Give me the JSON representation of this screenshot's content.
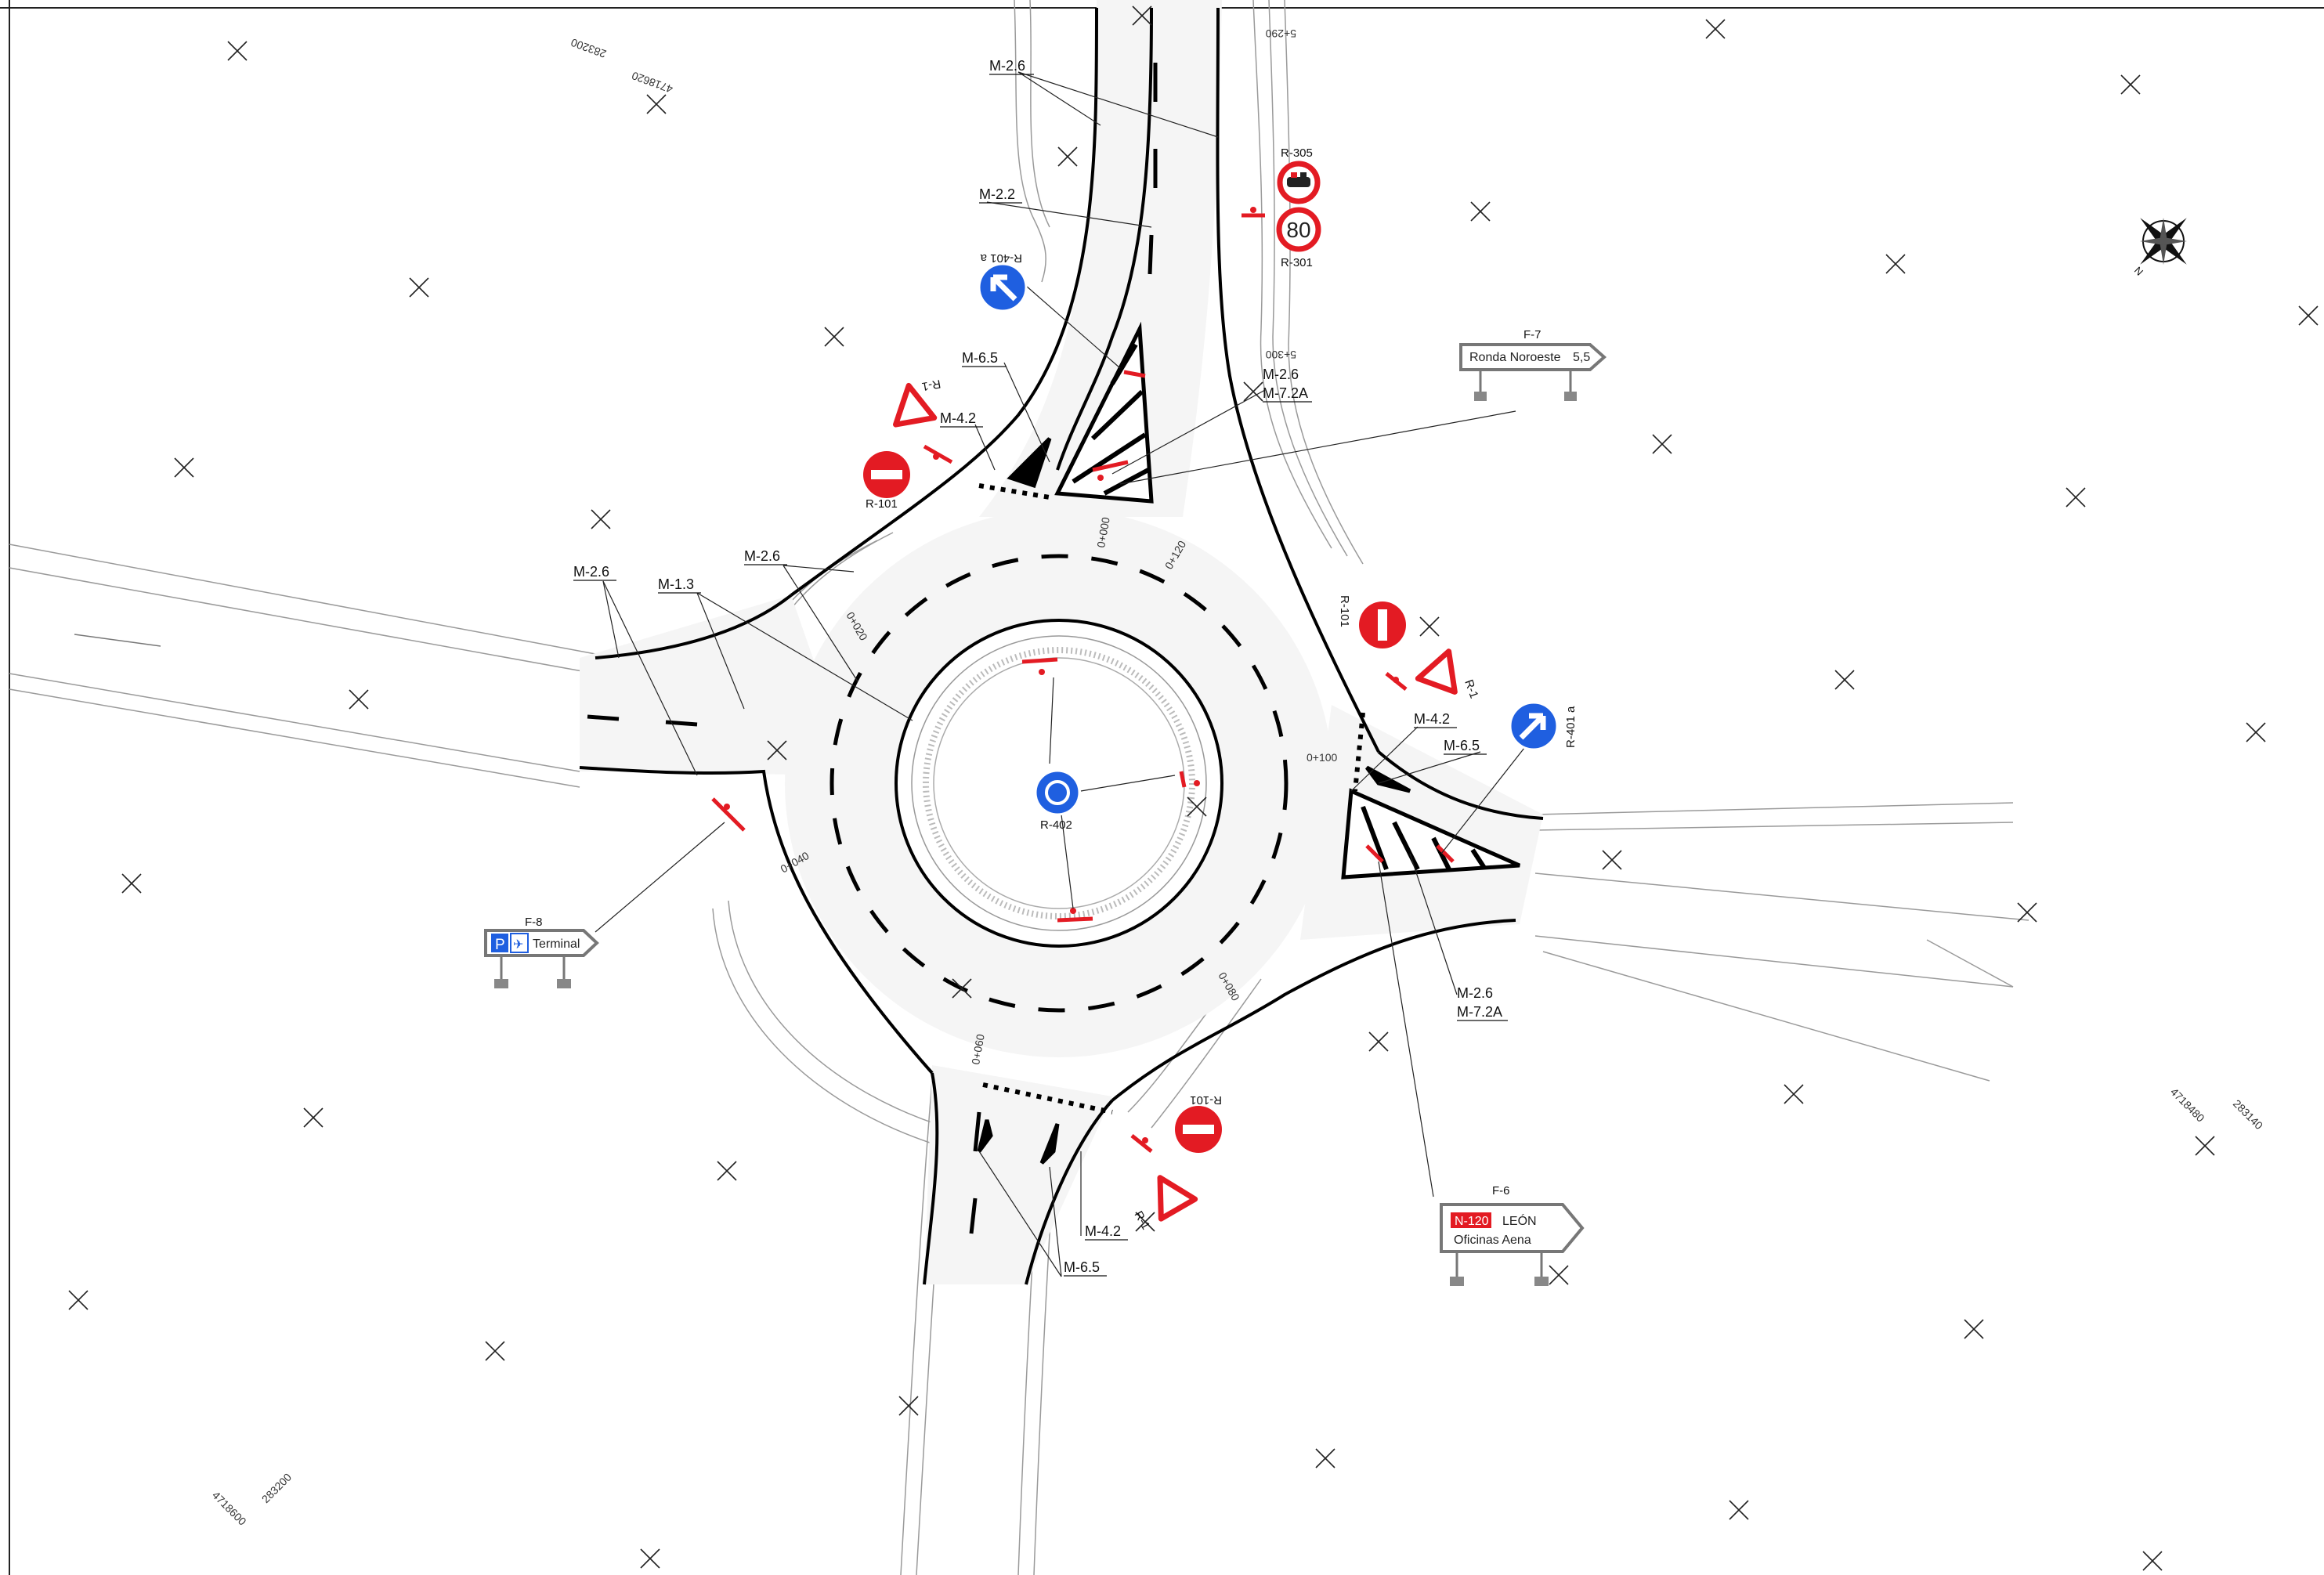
{
  "labels": {
    "m26": "M-2.6",
    "m22": "M-2.2",
    "m65": "M-6.5",
    "m42": "M-4.2",
    "m13": "M-1.3",
    "m72a": "M-7.2A"
  },
  "signs": {
    "r305": "R-305",
    "r301": "R-301",
    "r301_value": "80",
    "r401a": "R-401 a",
    "r1": "R-1",
    "r101": "R-101",
    "r402": "R-402",
    "f7": "F-7",
    "f7_text": "Ronda Noroeste",
    "f7_km": "5,5",
    "f8": "F-8",
    "f8_text": "Terminal",
    "f8_p": "P",
    "f8_plane": "✈",
    "f6": "F-6",
    "f6_road": "N-120",
    "f6_city": "LEÓN",
    "f6_sub": "Oficinas Aena"
  },
  "stations": {
    "s000": "0+000",
    "s020": "0+020",
    "s040": "0+040",
    "s060": "0+060",
    "s080": "0+080",
    "s100": "0+100",
    "s120": "0+120",
    "s5290": "5+290",
    "s5300": "5+300"
  },
  "coords": {
    "tl_x": "283200",
    "tl_y": "4718620",
    "bl_x": "283200",
    "bl_y": "4718600",
    "br_x": "283140",
    "br_y": "4718480"
  },
  "colors": {
    "sign_red": "#e31b23",
    "sign_blue": "#1f5fe0",
    "road_fill": "#f6f6f6",
    "line": "#000000"
  },
  "icons": {
    "north_arrow": "compass-rose-icon"
  }
}
